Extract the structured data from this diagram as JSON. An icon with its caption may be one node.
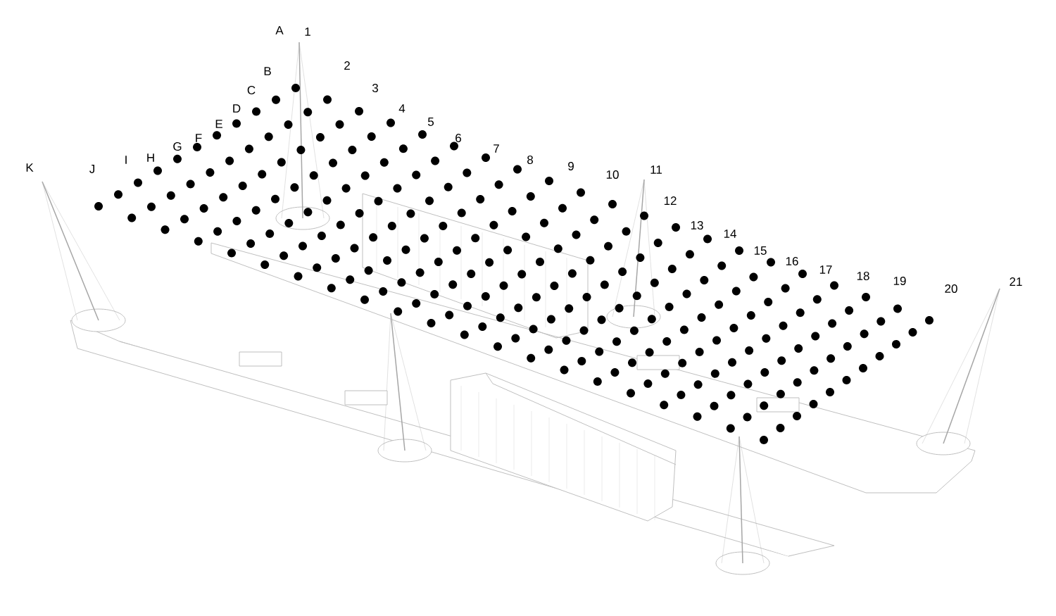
{
  "diagram": {
    "labels": [
      "A",
      "B",
      "C",
      "D",
      "E",
      "F",
      "G",
      "H",
      "I",
      "J",
      "K",
      "1",
      "2",
      "3",
      "4",
      "5",
      "6",
      "7",
      "8",
      "9",
      "10",
      "11",
      "12",
      "13",
      "14",
      "15",
      "16",
      "17",
      "18",
      "19",
      "20",
      "21"
    ]
  }
}
